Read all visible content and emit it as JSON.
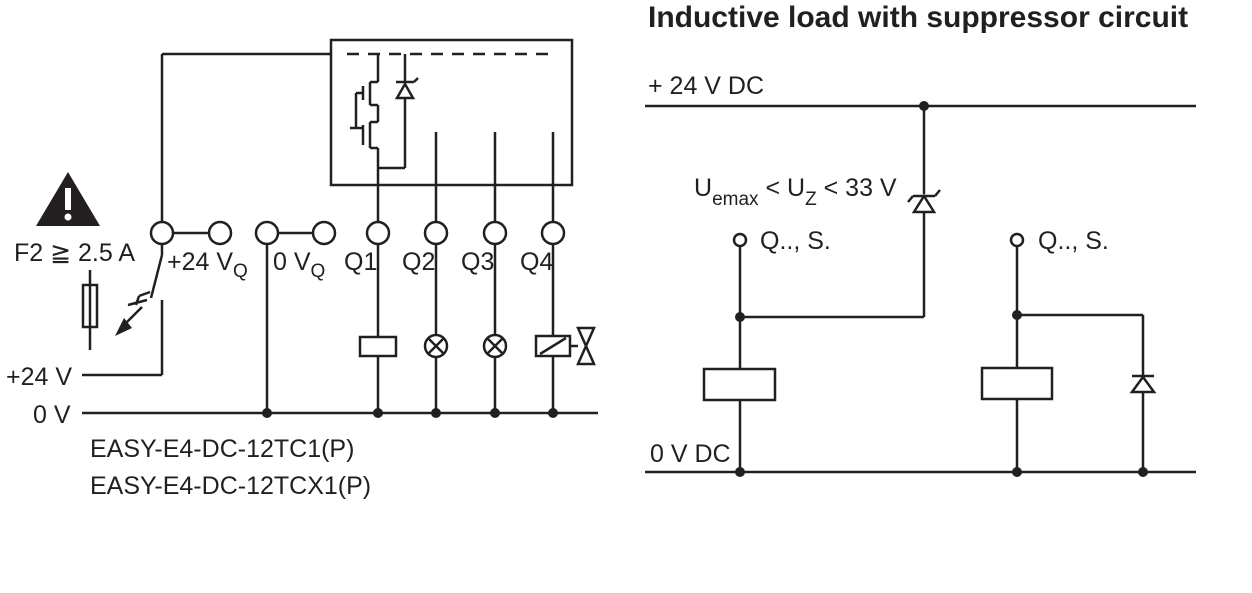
{
  "left_diagram": {
    "fuse_label": "F2 ≧ 2.5 A",
    "supply_label": "+24 V",
    "ground_label": "0 V",
    "terminals": {
      "plus24": "+24 V",
      "plus24_sub": "Q",
      "zero": "0 V",
      "zero_sub": "Q",
      "q1": "Q1",
      "q2": "Q2",
      "q3": "Q3",
      "q4": "Q4"
    },
    "model_1": "EASY-E4-DC-12TC1(P)",
    "model_2": "EASY-E4-DC-12TCX1(P)"
  },
  "right_diagram": {
    "title": "Inductive load with suppressor circuit",
    "supply_label": "+ 24 V DC",
    "ground_label": "0 V DC",
    "voltage_condition": {
      "u": "U",
      "u_sub": "emax",
      "lt1": " < U",
      "uz_sub": "Z",
      "rest": " < 33 V"
    },
    "output_label_1": "Q.., S.",
    "output_label_2": "Q.., S."
  },
  "colors": {
    "ink": "#231f20",
    "warning_bg": "#231f20",
    "background": "#ffffff"
  },
  "icons": [
    "warning-triangle-icon",
    "fuse-icon",
    "switch-icon",
    "relay-coil-icon",
    "lamp-icon",
    "solenoid-valve-icon",
    "zener-diode-icon",
    "diode-icon",
    "mosfet-icon"
  ]
}
